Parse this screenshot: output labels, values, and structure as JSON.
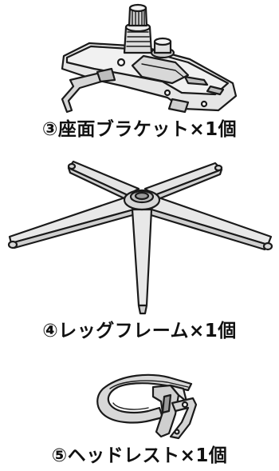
{
  "parts": [
    {
      "caption": "③座面ブラケット×1個",
      "icon": "seat-bracket-illustration"
    },
    {
      "caption": "④レッグフレーム×1個",
      "icon": "leg-frame-illustration"
    },
    {
      "caption": "⑤ヘッドレスト×1個",
      "icon": "headrest-illustration"
    }
  ],
  "colors": {
    "line": "#1a1a1a",
    "metal_light": "#e8e8e8",
    "metal_mid": "#cfcfcf",
    "metal_dark": "#9a9a9a"
  }
}
